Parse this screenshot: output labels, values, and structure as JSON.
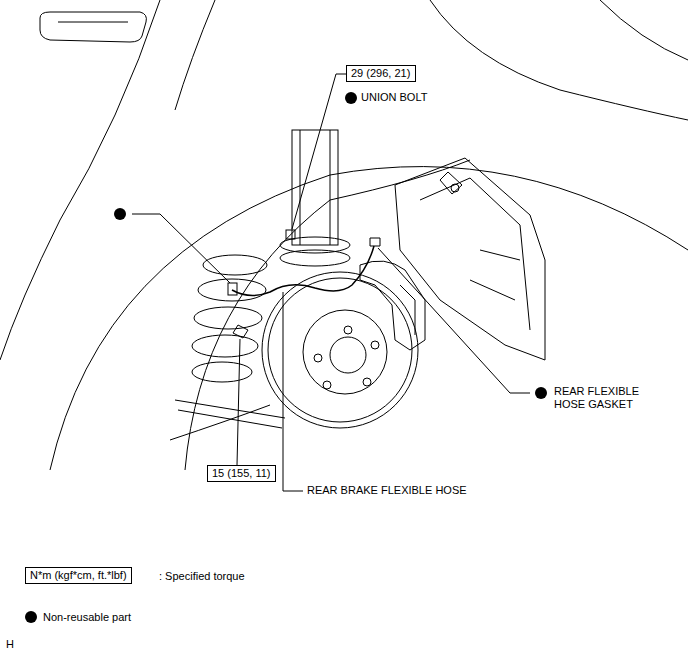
{
  "diagram": {
    "nodes": [
      {
        "text": [
          "29 (296, 21)"
        ]
      },
      {
        "text": [
          "15 (155, 11)"
        ]
      },
      {
        "text": [
          "N*m (kgf*cm, ft.*lbf)"
        ]
      }
    ],
    "labels": [
      "UNION BOLT",
      "REAR FLEXIBLE HOSE GASKET",
      "REAR BRAKE FLEXIBLE HOSE",
      "H"
    ],
    "legend": [
      {
        "text": ": Specified torque"
      },
      {
        "text": "Non-reusable part"
      }
    ]
  }
}
